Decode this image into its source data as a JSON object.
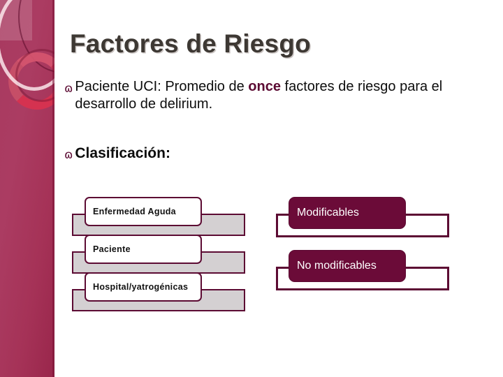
{
  "slide": {
    "title": "Factores de Riesgo",
    "background_color": "#ffffff",
    "accent_color": "#6b0b38",
    "sidebar_color": "#a83a60",
    "title_color": "#3d3833"
  },
  "bullets": [
    {
      "glyph": "ɷ",
      "glyph_name": "decorative-bullet",
      "text_before": "Paciente UCI: Promedio de ",
      "emphasis": "once",
      "text_after": " factores de riesgo para el desarrollo de delirium."
    },
    {
      "glyph": "ɷ",
      "glyph_name": "decorative-bullet",
      "text": "Clasificación:"
    }
  ],
  "diagram": {
    "left_column": [
      {
        "label": "Enfermedad Aguda"
      },
      {
        "label": "Paciente"
      },
      {
        "label": "Hospital/yatrogénicas"
      }
    ],
    "right_column": [
      {
        "label": "Modificables"
      },
      {
        "label": "No modificables"
      }
    ],
    "left_card_fill": "#ffffff",
    "left_plate_fill": "#d4d0d2",
    "right_card_fill": "#6b0b38",
    "border_color": "#5c0b33"
  }
}
